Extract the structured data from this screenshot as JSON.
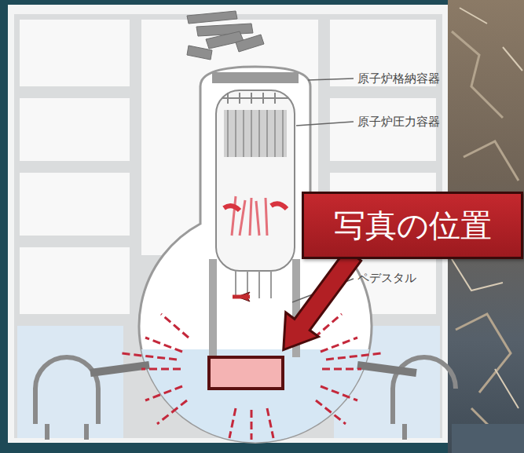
{
  "diagram": {
    "nodes": [
      {
        "text": [
          "写真の位置"
        ]
      }
    ],
    "labels": [
      "原子炉格納容器",
      "原子炉圧力容器",
      "ペデスタル"
    ]
  }
}
